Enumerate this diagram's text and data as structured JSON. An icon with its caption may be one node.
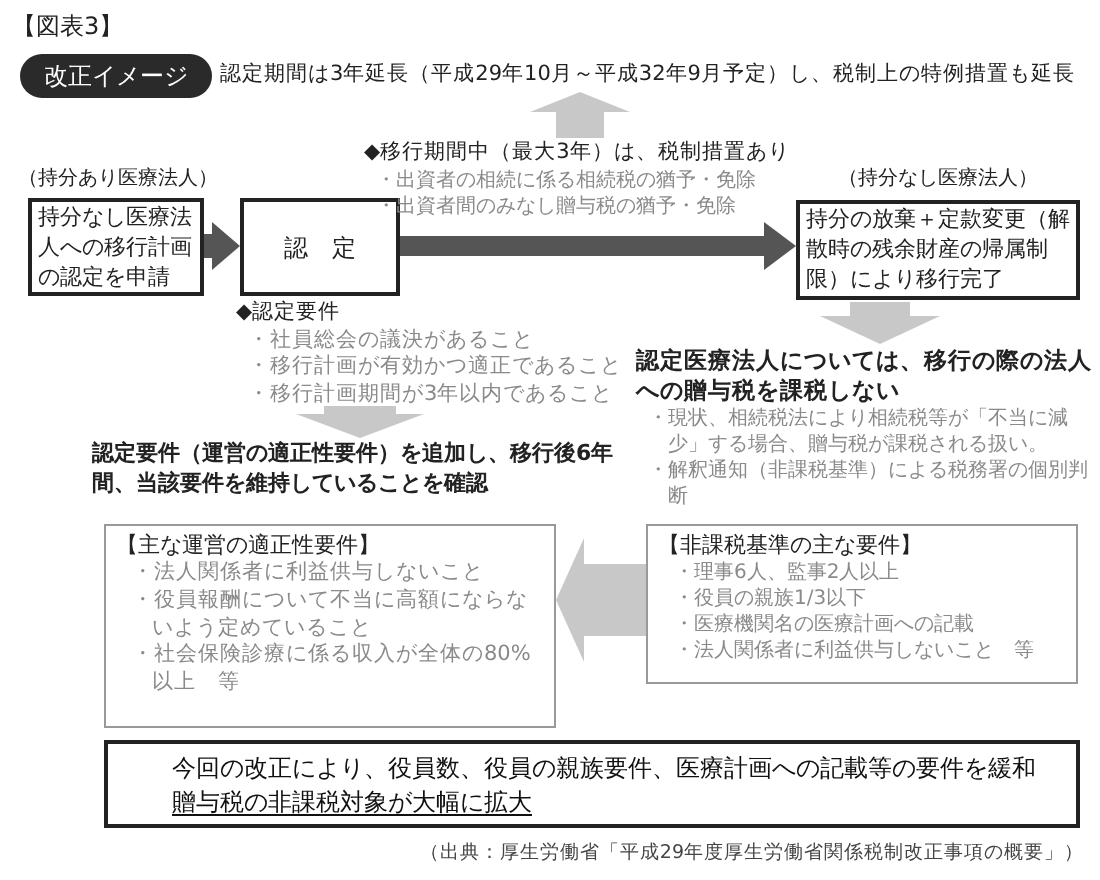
{
  "diagram": {
    "nodes": [
      {
        "text": [
          "改正イメージ"
        ]
      },
      {
        "text": [
          "認定期間は3年延長（平成29年10月～平成32年9月予定）し、税制上の特例措置も延長"
        ]
      },
      {
        "text": [
          "（持分あり医療法人）",
          "持分なし医療法人への移行計画の認定を申請"
        ]
      },
      {
        "text": [
          "認　定"
        ]
      },
      {
        "text": [
          "（持分なし医療法人）",
          "持分の放棄＋定款変更（解散時の残余財産の帰属制限）により移行完了"
        ]
      },
      {
        "text": [
          "◆移行期間中（最大3年）は、税制措置あり",
          "・出資者の相続に係る相続税の猶予・免除",
          "・出資者間のみなし贈与税の猶予・免除"
        ]
      },
      {
        "text": [
          "◆認定要件",
          "・社員総会の議決があること",
          "・移行計画が有効かつ適正であること",
          "・移行計画期間が3年以内であること"
        ]
      },
      {
        "text": [
          "認定要件（運営の適正性要件）を追加し、移行後6年間、当該要件を維持していることを確認"
        ]
      },
      {
        "text": [
          "【主な運営の適正性要件】",
          "・法人関係者に利益供与しないこと",
          "・役員報酬について不当に高額にならないよう定めていること",
          "・社会保険診療に係る収入が全体の80%以上　等"
        ]
      },
      {
        "text": [
          "認定医療法人については、移行の際の法人への贈与税を課税しない",
          "・現状、相続税法により相続税等が「不当に減少」する場合、贈与税が課税される扱い。",
          "・解釈通知（非課税基準）による税務署の個別判断"
        ]
      },
      {
        "text": [
          "【非課税基準の主な要件】",
          "・理事6人、監事2人以上",
          "・役員の親族1/3以下",
          "・医療機関名の医療計画への記載",
          "・法人関係者に利益供与しないこと　等"
        ]
      },
      {
        "text": [
          "今回の改正により、役員数、役員の親族要件、医療計画への記載等の要件を緩和",
          "贈与税の非課税対象が大幅に拡大"
        ]
      }
    ],
    "edges": [
      {
        "from": 2,
        "to": 3,
        "arrow": "to",
        "color": "#555555"
      },
      {
        "from": 3,
        "to": 4,
        "arrow": "to",
        "color": "#555555"
      },
      {
        "from": 5,
        "to": 1,
        "arrow": "to",
        "color": "#c8c8c8"
      },
      {
        "from": 6,
        "to": 7,
        "arrow": "to",
        "color": "#c8c8c8"
      },
      {
        "from": 4,
        "to": 9,
        "arrow": "to",
        "color": "#c8c8c8"
      },
      {
        "from": 10,
        "to": 8,
        "arrow": "to",
        "color": "#c8c8c8"
      }
    ],
    "labels": [
      "【図表3】",
      "（出典：厚生労働省「平成29年度厚生労働省関係税制改正事項の概要」）"
    ]
  }
}
